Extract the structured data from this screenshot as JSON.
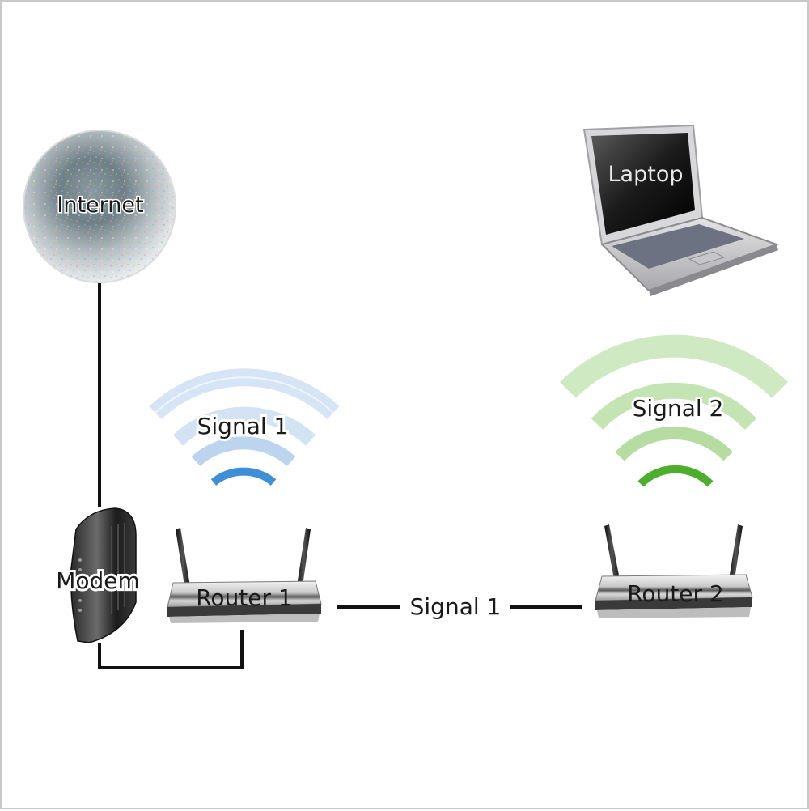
{
  "nodes": {
    "internet": "Internet",
    "laptop": "Laptop",
    "modem": "Modem",
    "router1": "Router 1",
    "router2": "Router 2"
  },
  "signals": {
    "signal1": "Signal 1",
    "signal2": "Signal 2",
    "link": "Signal 1"
  },
  "colors": {
    "signal1_strong": "#3f8fd6",
    "signal1_weak": "#c9ddf3",
    "signal2_strong": "#4cae2c",
    "signal2_weak": "#cbe8bd",
    "wire": "#111111"
  }
}
